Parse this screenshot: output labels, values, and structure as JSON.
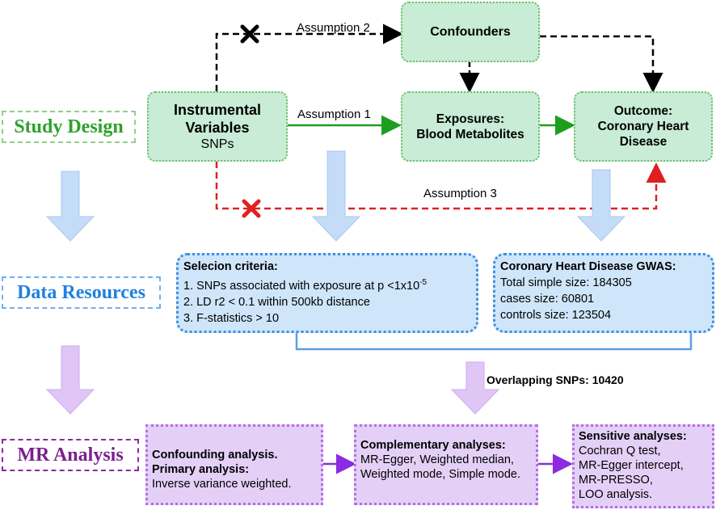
{
  "stages": {
    "study_design": "Study Design",
    "data_resources": "Data Resources",
    "mr_analysis": "MR Analysis"
  },
  "colors": {
    "study_design": "#2ea12b",
    "data_resources": "#1f7fe0",
    "mr_analysis": "#7a1f8f",
    "assumption_1": "#1e9e1e",
    "assumption_3": "#e02020"
  },
  "design": {
    "confounders": "Confounders",
    "instrumental_title": "Instrumental Variables",
    "instrumental_sub": "SNPs",
    "exposures_line1": "Exposures:",
    "exposures_line2": "Blood Metabolites",
    "outcome_line1": "Outcome:",
    "outcome_line2": "Coronary Heart",
    "outcome_line3": "Disease",
    "assumption_1": "Assumption 1",
    "assumption_2": "Assumption 2",
    "assumption_3": "Assumption 3"
  },
  "selection": {
    "title": "Selecion criteria:",
    "item1": "1. SNPs associated with exposure at p <1x10",
    "item1_exp": "-5",
    "item2": "2. LD r2 < 0.1 within 500kb distance",
    "item3": "3. F-statistics > 10"
  },
  "gwas": {
    "title": "Coronary Heart Disease GWAS:",
    "line1": "Total simple size: 184305",
    "line2": "cases size: 60801",
    "line3": "controls size: 123504"
  },
  "overlap": "Overlapping SNPs: 10420",
  "analysis": {
    "box1_line1": "Confounding analysis.",
    "box1_line2": "Primary analysis:",
    "box1_line3": "Inverse variance weighted.",
    "box2_title": "Complementary analyses:",
    "box2_body": "MR-Egger, Weighted median, Weighted mode, Simple mode.",
    "box3_title": "Sensitive analyses:",
    "box3_line1": "Cochran Q test,",
    "box3_line2": "MR-Egger intercept,",
    "box3_line3": "MR-PRESSO,",
    "box3_line4": "LOO analysis."
  }
}
